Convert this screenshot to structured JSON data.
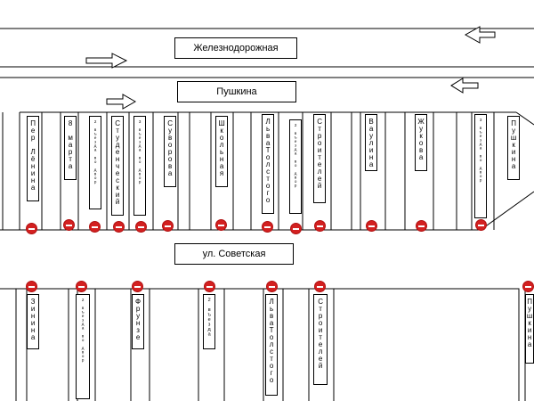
{
  "streets": {
    "zheleznodorozhnaya": "Железнодорожная",
    "pushkina": "Пушкина",
    "sovetskaya": "ул. Советская"
  },
  "top_streets": [
    {
      "id": "per-lenina",
      "label": "Пер Лёнина"
    },
    {
      "id": "8-marta",
      "label": "8 марта"
    },
    {
      "id": "2-vyezda-vo-dvor-1",
      "label": "2 въезда во двор"
    },
    {
      "id": "studencheskiy",
      "label": "Студенческий"
    },
    {
      "id": "3-vyezda-vo-dvor",
      "label": "3 въезда во двор"
    },
    {
      "id": "suvorova",
      "label": "Суворова"
    },
    {
      "id": "shkolnaya",
      "label": "Школьная"
    },
    {
      "id": "lva-tolstogo-top",
      "label": "ЛьваТолстого"
    },
    {
      "id": "2-vyezda-vo-dvor-2",
      "label": "2 въезда во двор"
    },
    {
      "id": "stroiteley-top",
      "label": "Строителей"
    },
    {
      "id": "vaulina",
      "label": "Ваулина"
    },
    {
      "id": "zhukova",
      "label": "Жукова"
    },
    {
      "id": "3-vyezda-vo-dvor-2",
      "label": "3 въезда во двор"
    },
    {
      "id": "pushkina-side",
      "label": "Пушкина"
    }
  ],
  "bottom_streets": [
    {
      "id": "zinina",
      "label": "Зинина"
    },
    {
      "id": "2-vyezda-vo-dvor-bottom",
      "label": "2 въезда во двор"
    },
    {
      "id": "frunze",
      "label": "Фрунзе"
    },
    {
      "id": "2-vyezda",
      "label": "2 въезда"
    },
    {
      "id": "lva-tolstogo-bottom",
      "label": "ЛьваТолстого"
    },
    {
      "id": "stroiteley-bottom",
      "label": "Строителей"
    },
    {
      "id": "pushkina-bottom",
      "label": "Пушкина"
    }
  ],
  "colors": {
    "no_entry": "#d32020",
    "line": "#000000",
    "background": "#ffffff"
  },
  "icons": {
    "arrow": "direction-arrow-icon",
    "sign": "no-entry-icon"
  }
}
